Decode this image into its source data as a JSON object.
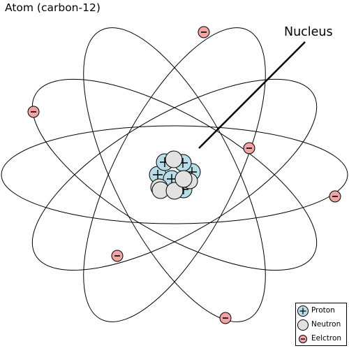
{
  "title": "Atom (carbon-12)",
  "nucleus_label": "Nucleus",
  "legend": {
    "proton": "Proton",
    "neutron": "Neutron",
    "electron": "Eelctron"
  },
  "colors": {
    "proton": "#b9dde8",
    "neutron": "#e2e2e2",
    "electron": "#f2a3a3",
    "orbit": "#000000"
  },
  "particles": {
    "protons": 6,
    "neutrons": 6,
    "electrons": 6
  }
}
